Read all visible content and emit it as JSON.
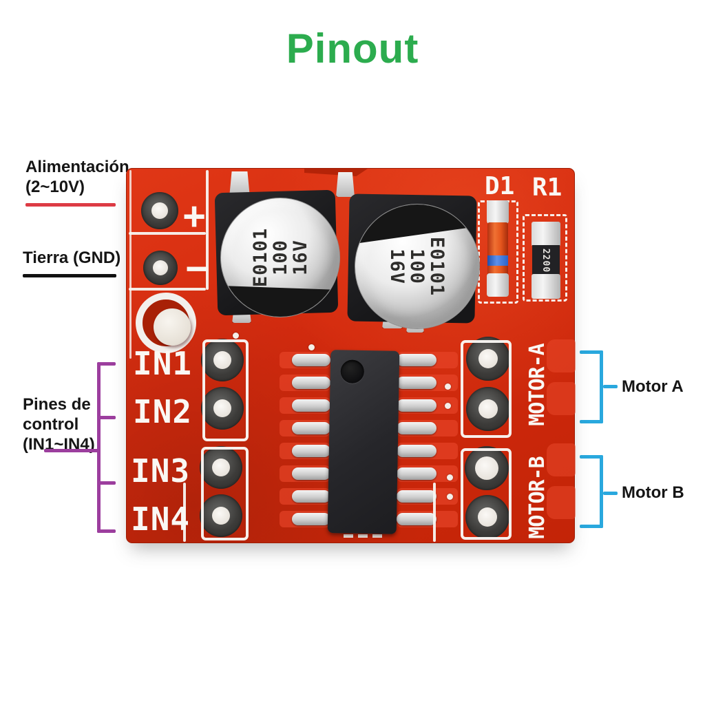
{
  "title": "Pinout",
  "colors": {
    "title_green": "#2cac4e",
    "board_red": "#d32a0e",
    "power_line_red": "#dd3b44",
    "ground_line_black": "#111111",
    "control_bracket_purple": "#9c3e9e",
    "motor_bracket_blue": "#29a8de",
    "silkscreen_white": "#f7f5f1"
  },
  "annotations": {
    "power": {
      "line1": "Alimentación",
      "line2": "(2~10V)"
    },
    "ground": {
      "label": "Tierra (GND)"
    },
    "control": {
      "line1": "Pines de",
      "line2": "control",
      "line3": "(IN1~IN4)"
    },
    "motor_a": {
      "label": "Motor A"
    },
    "motor_b": {
      "label": "Motor B"
    }
  },
  "board": {
    "plus_label": "+",
    "minus_label": "−",
    "silkscreen": {
      "in1": "IN1",
      "in2": "IN2",
      "in3": "IN3",
      "in4": "IN4",
      "motor_a": "MOTOR-A",
      "motor_b": "MOTOR-B",
      "d1": "D1",
      "r1": "R1"
    },
    "capacitor_marking": {
      "line1": "E0101",
      "line2": "100",
      "line3": "16V"
    },
    "resistor_value": "2200"
  }
}
